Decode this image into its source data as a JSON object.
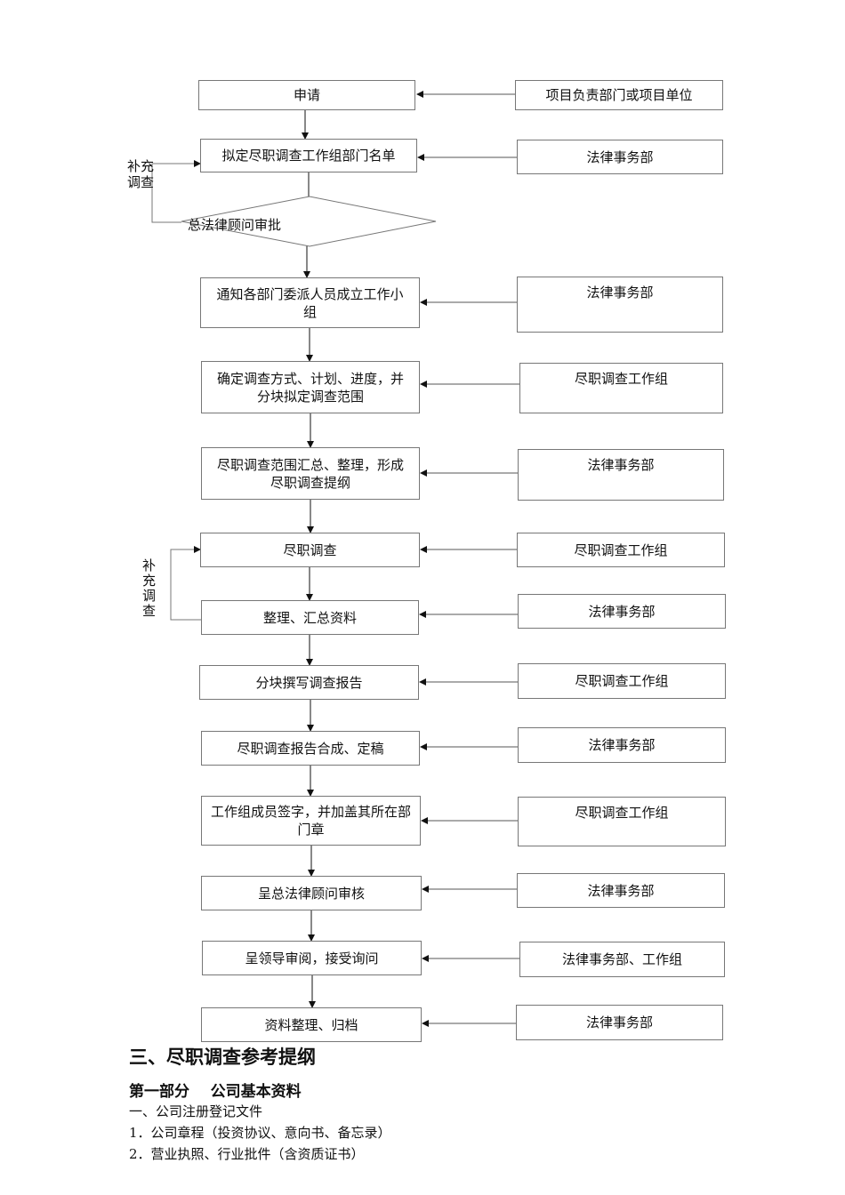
{
  "flow": {
    "main": [
      {
        "label": "申请"
      },
      {
        "label": "拟定尽职调查工作组部门名单"
      },
      {
        "label": "通知各部门委派人员成立工作小组"
      },
      {
        "label": "确定调查方式、计划、进度，并分块拟定调查范围"
      },
      {
        "label": "尽职调查范围汇总、整理，形成尽职调查提纲"
      },
      {
        "label": "尽职调查"
      },
      {
        "label": "整理、汇总资料"
      },
      {
        "label": "分块撰写调查报告"
      },
      {
        "label": "尽职调查报告合成、定稿"
      },
      {
        "label": "工作组成员签字，并加盖其所在部门章"
      },
      {
        "label": "呈总法律顾问审核"
      },
      {
        "label": "呈领导审阅，接受询问"
      },
      {
        "label": "资料整理、归档"
      }
    ],
    "decision": {
      "label": "总法律顾问审批"
    },
    "responsible": [
      {
        "label": "项目负责部门或项目单位"
      },
      {
        "label": "法律事务部"
      },
      {
        "label": "法律事务部"
      },
      {
        "label": "尽职调查工作组"
      },
      {
        "label": "法律事务部"
      },
      {
        "label": "尽职调查工作组"
      },
      {
        "label": "法律事务部"
      },
      {
        "label": "尽职调查工作组"
      },
      {
        "label": "法律事务部"
      },
      {
        "label": "尽职调查工作组"
      },
      {
        "label": "法律事务部"
      },
      {
        "label": "法律事务部、工作组"
      },
      {
        "label": "法律事务部"
      }
    ],
    "loop_labels": {
      "top": {
        "line1": "补充",
        "line2": "调查"
      },
      "bottom": [
        "补",
        "充",
        "调",
        "查"
      ]
    }
  },
  "document": {
    "section_title": "三、尽职调查参考提纲",
    "part_title": "第一部分    公司基本资料",
    "items": [
      "一、公司注册登记文件",
      "1．公司章程（投资协议、意向书、备忘录）",
      "2．营业执照、行业批件（含资质证书）"
    ]
  }
}
